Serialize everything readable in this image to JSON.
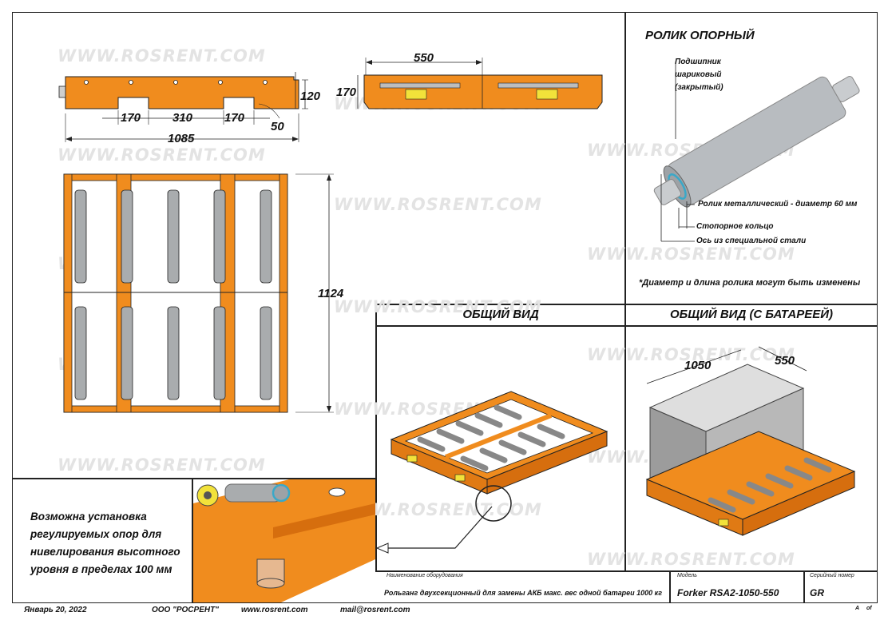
{
  "watermark": "WWW.ROSRENT.COM",
  "dimensions": {
    "top_length": "550",
    "side_height": "170",
    "front_170_left": "170",
    "front_310": "310",
    "front_170_right": "170",
    "front_height": "120",
    "front_notch": "50",
    "front_total": "1085",
    "plan_length": "1124",
    "battery_length": "1050",
    "battery_width": "550"
  },
  "roller": {
    "title": "РОЛИК ОПОРНЫЙ",
    "label_bearing_1": "Подшипник",
    "label_bearing_2": "шариковый",
    "label_bearing_3": "(закрытый)",
    "label_roller": "Ролик металлический - диаметр 60 мм",
    "label_ring": "Стопорное кольцо",
    "label_axis": "Ось из специальной стали",
    "note": "*Диаметр и длина ролика могут быть изменены"
  },
  "sections": {
    "general_view": "ОБЩИЙ ВИД",
    "general_view_battery": "ОБЩИЙ ВИД (С БАТАРЕЕЙ)"
  },
  "note_box": {
    "text_1": "Возможна установка",
    "text_2": "регулируемых опор для",
    "text_3": "нивелирования высотного",
    "text_4": "уровня в пределах 100 мм"
  },
  "title_block": {
    "equipment_label": "Наименование оборудования",
    "equipment_value": "Рольганг двухсекционный для замены АКБ макс. вес одной батареи 1000 кг",
    "model_label": "Модель",
    "model_value": "Forker RSA2-1050-550",
    "serial_label": "Серийный номер",
    "serial_value": "GR"
  },
  "footer": {
    "date": "Январь 20, 2022",
    "company": "ООО \"РОСРЕНТ\"",
    "website": "www.rosrent.com",
    "email": "mail@rosrent.com",
    "sheet_a": "A",
    "sheet_of": "of"
  },
  "colors": {
    "frame_orange": "#f08c1e",
    "roller_grey": "#a9acae",
    "outline": "#222222"
  }
}
